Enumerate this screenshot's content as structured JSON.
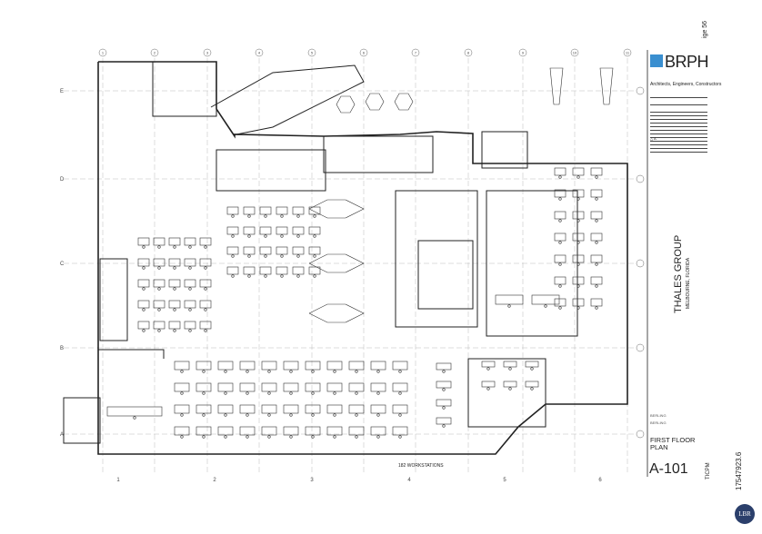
{
  "page_marker": "ige 56",
  "grid": {
    "columns_top": [
      "1",
      "2",
      "3",
      "4",
      "5",
      "6",
      "7",
      "8",
      "9",
      "10",
      "11"
    ],
    "rows_left": [
      "E",
      "D",
      "C",
      "B",
      "A"
    ],
    "columns_bottom": [
      "1",
      "2",
      "3",
      "4",
      "5",
      "6"
    ]
  },
  "plan": {
    "workstation_note": "182 WORKSTATIONS"
  },
  "title_block": {
    "firm": "BRPH",
    "brand_color": "#3a8fd0",
    "tagline": "Architects, Engineers, Constructors",
    "project": "THALES GROUP",
    "location": "MELBOURNE, FLORIDA",
    "drawers": [
      "BERLING",
      "BERLING"
    ],
    "sheet_title_line1": "FIRST FLOOR",
    "sheet_title_line2": "PLAN",
    "sheet_number": "A-101",
    "revision_mark": "A"
  },
  "margin": {
    "doc_number": "17547923.6",
    "code": "TICPM",
    "seal": "LBR",
    "seal_color": "#2b3f6b"
  }
}
